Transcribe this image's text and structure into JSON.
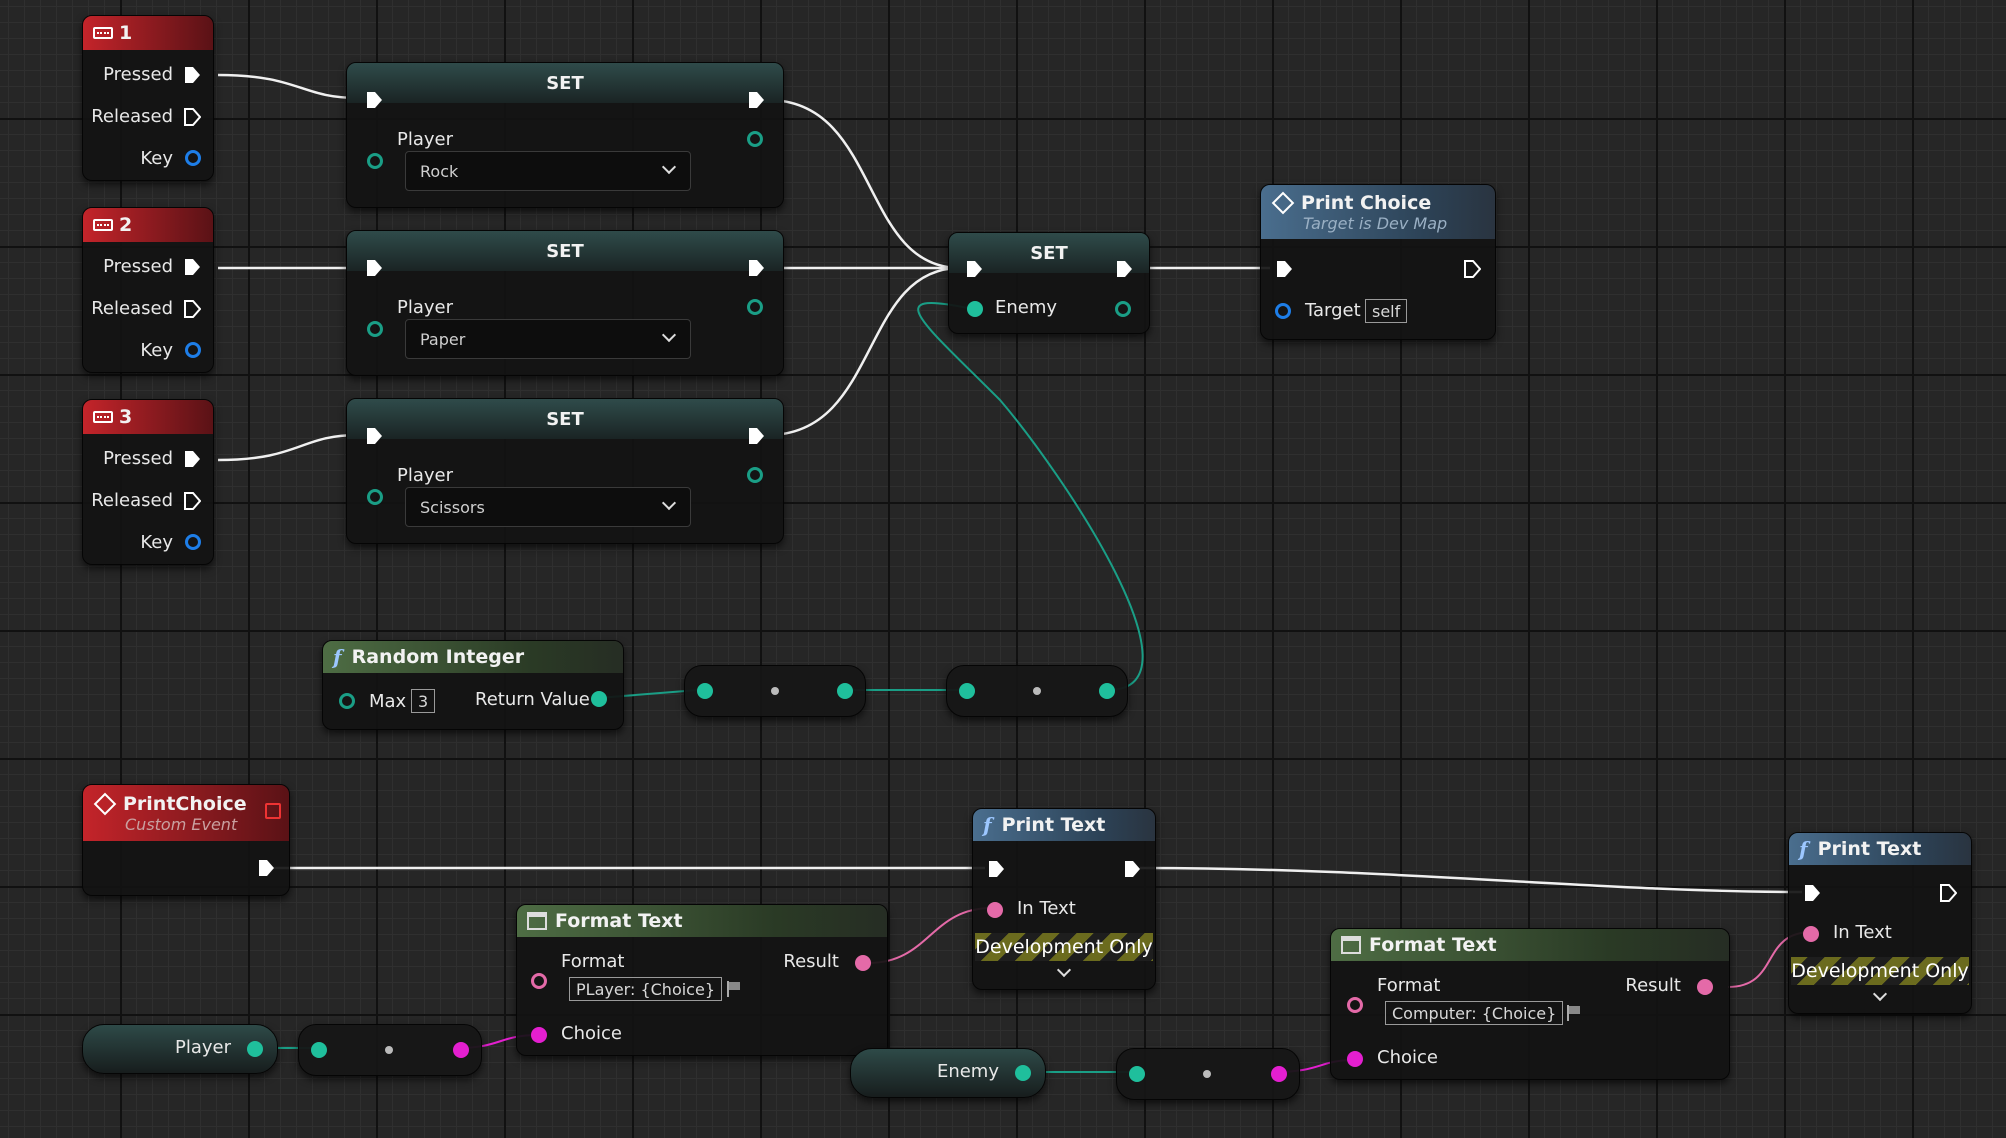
{
  "key_events": [
    {
      "key": "1",
      "pressed": "Pressed",
      "released": "Released",
      "key_label": "Key"
    },
    {
      "key": "2",
      "pressed": "Pressed",
      "released": "Released",
      "key_label": "Key"
    },
    {
      "key": "3",
      "pressed": "Pressed",
      "released": "Released",
      "key_label": "Key"
    }
  ],
  "set_player_nodes": [
    {
      "title": "SET",
      "var": "Player",
      "value": "Rock"
    },
    {
      "title": "SET",
      "var": "Player",
      "value": "Paper"
    },
    {
      "title": "SET",
      "var": "Player",
      "value": "Scissors"
    }
  ],
  "set_enemy": {
    "title": "SET",
    "var": "Enemy"
  },
  "print_choice_call": {
    "title": "Print Choice",
    "subtitle": "Target is Dev Map",
    "target_label": "Target",
    "target_value": "self"
  },
  "random_integer": {
    "title": "Random Integer",
    "max_label": "Max",
    "max_value": "3",
    "return_label": "Return Value"
  },
  "custom_event": {
    "title": "PrintChoice",
    "subtitle": "Custom Event"
  },
  "print_text_1": {
    "title": "Print Text",
    "in_text": "In Text",
    "dev_only": "Development Only"
  },
  "print_text_2": {
    "title": "Print Text",
    "in_text": "In Text",
    "dev_only": "Development Only"
  },
  "format_text_1": {
    "title": "Format Text",
    "format_label": "Format",
    "format_value": "PLayer: {Choice}",
    "result_label": "Result",
    "choice_label": "Choice"
  },
  "format_text_2": {
    "title": "Format Text",
    "format_label": "Format",
    "format_value": "Computer: {Choice}",
    "result_label": "Result",
    "choice_label": "Choice"
  },
  "var_player": {
    "label": "Player"
  },
  "var_enemy": {
    "label": "Enemy"
  },
  "icons": [
    "keyboard-icon",
    "event-diamond-icon",
    "function-icon",
    "format-text-icon",
    "flag-icon",
    "chevron-down-icon"
  ],
  "colors": {
    "exec": "#ffffff",
    "enum_pin": "#1fbf9c",
    "struct_pin": "#1e7ee8",
    "text_pin": "#e46aa8",
    "wildcard_pin": "#e41fd0",
    "event_header": "#c4242a",
    "pure_header": "#4e6d44",
    "call_header": "#4a6e8e"
  }
}
